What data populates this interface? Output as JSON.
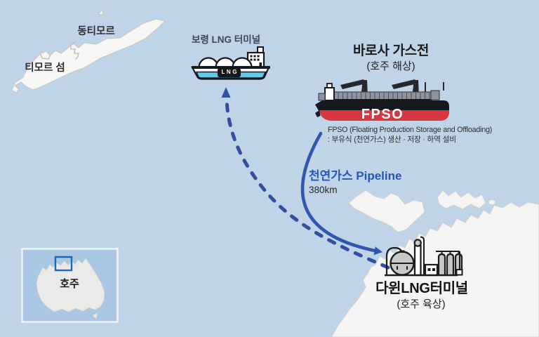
{
  "timor": {
    "east_timor_label": "동티모르",
    "island_label": "티모르 섬"
  },
  "boryeong_terminal": {
    "label": "보령 LNG 터미널",
    "ship_hull_text": "LNG"
  },
  "barossa": {
    "title": "바로사 가스전",
    "subtitle": "(호주 해상)",
    "vessel_hull_text": "FPSO",
    "description": [
      "FPSO (Floating Production Storage and Offloading)",
      ": 부유식 (천연가스) 생산 · 저장 · 하역 설비"
    ]
  },
  "pipeline": {
    "label": "천연가스 Pipeline",
    "distance": "380km"
  },
  "darwin_terminal": {
    "title": "다윈LNG터미널",
    "subtitle": "(호주 육상)"
  },
  "inset_map": {
    "country_label": "호주"
  },
  "colors": {
    "sea": "#bfd4e7",
    "land": "#f4f4f2",
    "inset_sea": "#a9c7e2",
    "inset_land": "#eaeae8",
    "inset_highlight_stroke": "#1a69b4",
    "pipeline_route": "#2e57ae",
    "shipping_route_dashed": "#33509f",
    "pipeline_text": "#2456b3",
    "fpso_hull_red": "#d7383f",
    "lng_ship_stripe_cyan": "#5fcbe9",
    "dark_text": "#1a1a1a",
    "terminal_label_text": "#3d4659"
  }
}
